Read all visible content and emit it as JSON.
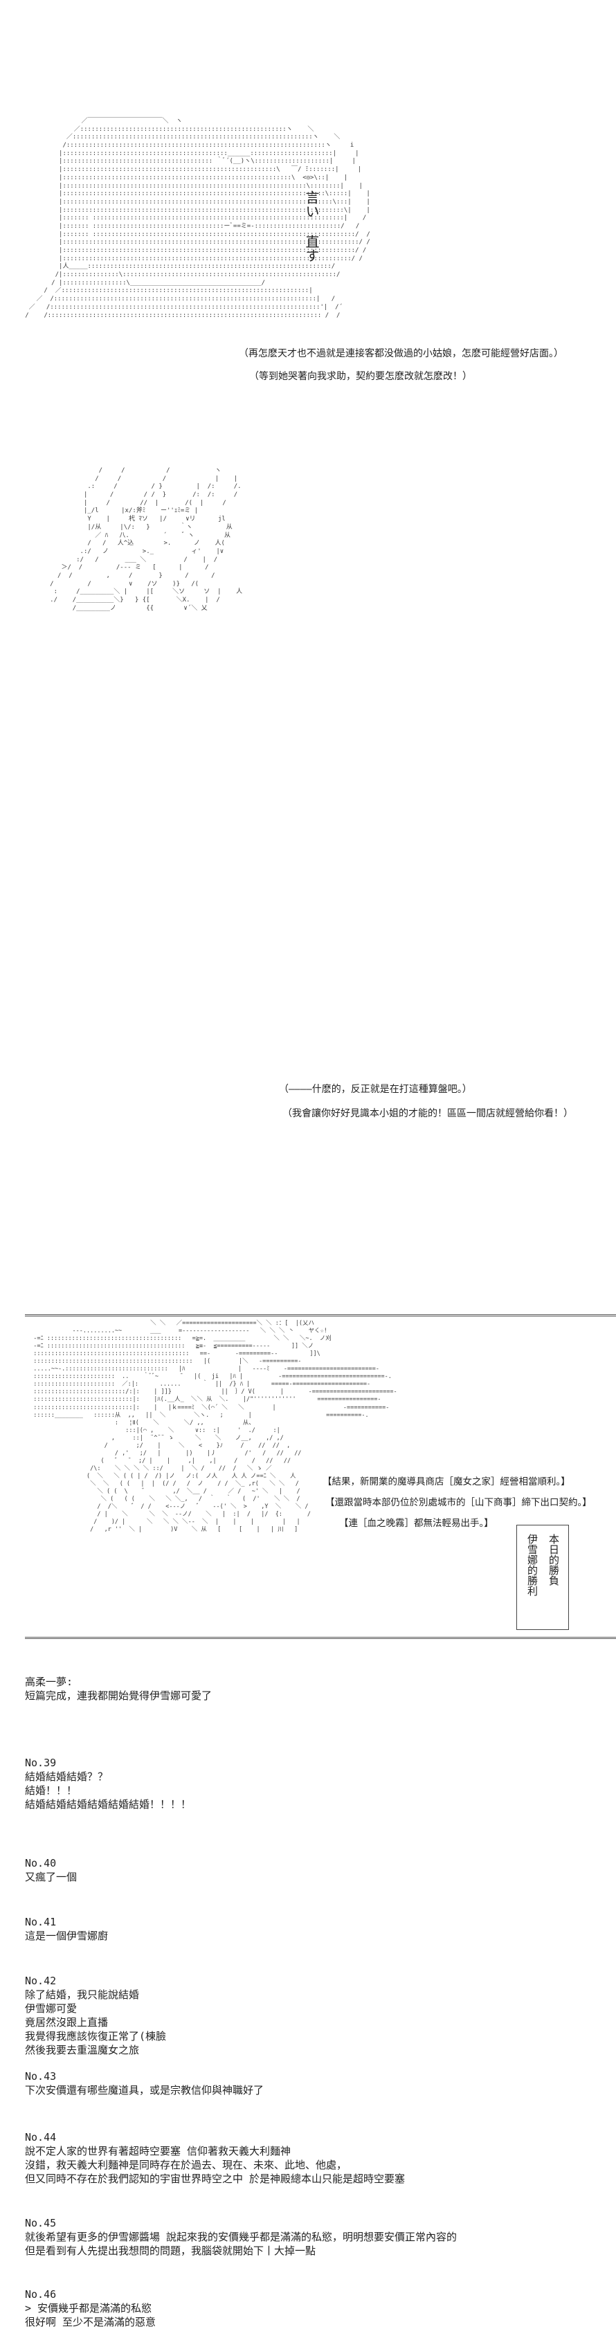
{
  "panel1": {
    "vertical_text": "言い 直す",
    "line1": "（再怎麽天才也不過就是連接客都没做過的小姑娘，怎麽可能經營好店面。）",
    "line2": "（等到她哭著向我求助，契約要怎麽改就怎麽改！）"
  },
  "panel2": {
    "line1": "（――――什麽的，反正就是在打這種算盤吧。）",
    "line2": "（我會讓你好好見識本小姐的才能的！區區一間店就經營給你看！）"
  },
  "panel3": {
    "line1": "【結果，新開業的魔導具商店［魔女之家］經營相當順利。】",
    "line2": "【還跟當時本部仍位於別處城市的［山下商事］締下出口契約。】",
    "line3": "【連［血之晚霧］都無法輕易出手。】",
    "box_columns": [
      "伊雪娜的勝利",
      "本日的勝負"
    ]
  },
  "comments": [
    {
      "header": "高柔一夢:",
      "lines": [
        "短篇完成，連我都開始覺得伊雪娜可愛了"
      ]
    },
    {
      "header": "No.39",
      "lines": [
        "結婚結婚結婚？？",
        "結婚！！！",
        "結婚結婚結婚結婚結婚結婚！！！！"
      ]
    },
    {
      "header": "No.40",
      "lines": [
        "又瘋了一個"
      ]
    },
    {
      "header": "No.41",
      "lines": [
        "這是一個伊雪娜廚"
      ]
    },
    {
      "header": "No.42",
      "lines": [
        "除了結婚，我只能說結婚",
        "伊雪娜可愛",
        "竟居然沒跟上直播",
        "我覺得我應該恢復正常了(棟臉",
        "然後我要去重溫魔女之旅"
      ]
    },
    {
      "header": "No.43",
      "lines": [
        "下次安價還有哪些魔道具，或是宗教信仰與神職好了"
      ]
    },
    {
      "header": "No.44",
      "lines": [
        "說不定人家的世界有著超時空要塞 信仰著救天義大利麵神",
        "沒錯，救天義大利麵神是同時存在於過去、現在、未來、此地、他處，",
        "但又同時不存在於我們認知的宇宙世界時空之中 於是神殿總本山只能是超時空要塞"
      ]
    },
    {
      "header": "No.45",
      "lines": [
        "就後希望有更多的伊雪娜醬場 說起來我的安價幾乎都是滿滿的私慾，明明想要安價正常內容的",
        "但是看到有人先提出我想問的問題，我腦袋就開始下丨大掉一點"
      ]
    },
    {
      "header": "No.46",
      "lines": [
        "> 安價幾乎都是滿滿的私慾",
        "很好啊 至少不是滿滿的惡意"
      ]
    }
  ]
}
